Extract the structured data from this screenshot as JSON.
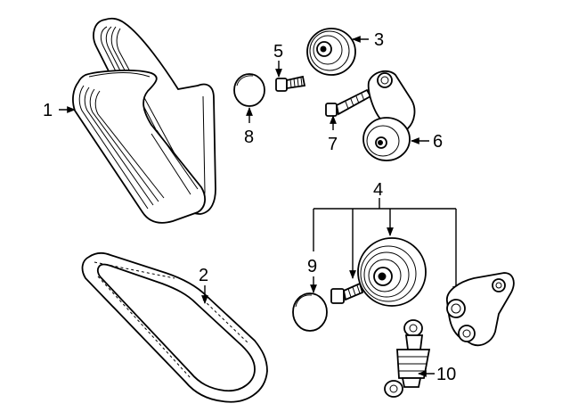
{
  "callouts": {
    "c1": "1",
    "c2": "2",
    "c3": "3",
    "c4": "4",
    "c5": "5",
    "c6": "6",
    "c7": "7",
    "c8": "8",
    "c9": "9",
    "c10": "10"
  }
}
